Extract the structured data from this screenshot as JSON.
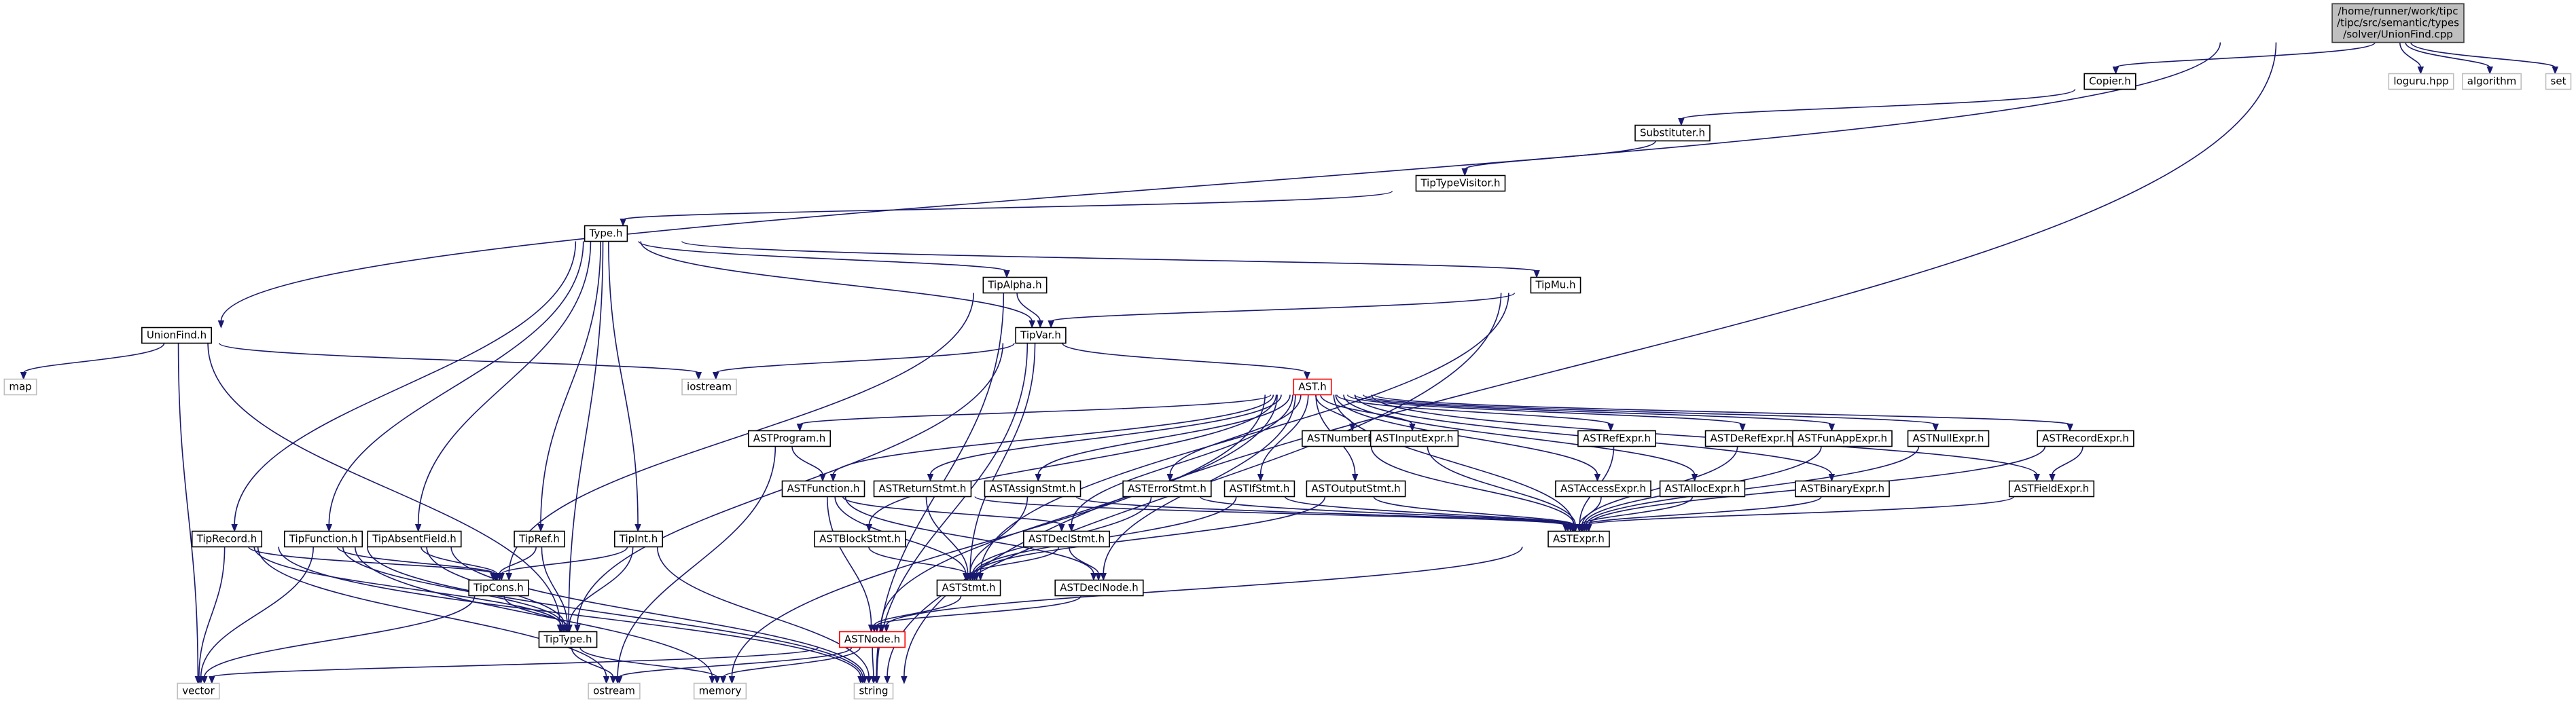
{
  "graph": {
    "nodes": [
      {
        "id": "root",
        "lines": [
          "/home/runner/work/tipc",
          "/tipc/src/semantic/types",
          "/solver/UnionFind.cpp"
        ],
        "kind": "root"
      },
      {
        "id": "UnionFind",
        "lines": [
          "UnionFind.h"
        ],
        "kind": "normal"
      },
      {
        "id": "Copier",
        "lines": [
          "Copier.h"
        ],
        "kind": "normal"
      },
      {
        "id": "loguru",
        "lines": [
          "loguru.hpp"
        ],
        "kind": "external"
      },
      {
        "id": "algorithm",
        "lines": [
          "algorithm"
        ],
        "kind": "external"
      },
      {
        "id": "set",
        "lines": [
          "set"
        ],
        "kind": "external"
      },
      {
        "id": "Substituter",
        "lines": [
          "Substituter.h"
        ],
        "kind": "normal"
      },
      {
        "id": "TipTypeVisitor",
        "lines": [
          "TipTypeVisitor.h"
        ],
        "kind": "normal"
      },
      {
        "id": "Type",
        "lines": [
          "Type.h"
        ],
        "kind": "normal"
      },
      {
        "id": "map",
        "lines": [
          "map"
        ],
        "kind": "external"
      },
      {
        "id": "iostream",
        "lines": [
          "iostream"
        ],
        "kind": "external"
      },
      {
        "id": "TipAlpha",
        "lines": [
          "TipAlpha.h"
        ],
        "kind": "normal"
      },
      {
        "id": "TipMu",
        "lines": [
          "TipMu.h"
        ],
        "kind": "normal"
      },
      {
        "id": "TipVar",
        "lines": [
          "TipVar.h"
        ],
        "kind": "normal"
      },
      {
        "id": "AST",
        "lines": [
          "AST.h"
        ],
        "kind": "incomplete"
      },
      {
        "id": "ASTProgram",
        "lines": [
          "ASTProgram.h"
        ],
        "kind": "normal"
      },
      {
        "id": "ASTNumberExpr",
        "lines": [
          "ASTNumberExpr.h"
        ],
        "kind": "normal"
      },
      {
        "id": "ASTInputExpr",
        "lines": [
          "ASTInputExpr.h"
        ],
        "kind": "normal"
      },
      {
        "id": "ASTRefExpr",
        "lines": [
          "ASTRefExpr.h"
        ],
        "kind": "normal"
      },
      {
        "id": "ASTDeRefExpr",
        "lines": [
          "ASTDeRefExpr.h"
        ],
        "kind": "normal"
      },
      {
        "id": "ASTFunAppExpr",
        "lines": [
          "ASTFunAppExpr.h"
        ],
        "kind": "normal"
      },
      {
        "id": "ASTNullExpr",
        "lines": [
          "ASTNullExpr.h"
        ],
        "kind": "normal"
      },
      {
        "id": "ASTRecordExpr",
        "lines": [
          "ASTRecordExpr.h"
        ],
        "kind": "normal"
      },
      {
        "id": "ASTFunction",
        "lines": [
          "ASTFunction.h"
        ],
        "kind": "normal"
      },
      {
        "id": "ASTReturnStmt",
        "lines": [
          "ASTReturnStmt.h"
        ],
        "kind": "normal"
      },
      {
        "id": "ASTAssignStmt",
        "lines": [
          "ASTAssignStmt.h"
        ],
        "kind": "normal"
      },
      {
        "id": "ASTErrorStmt",
        "lines": [
          "ASTErrorStmt.h"
        ],
        "kind": "normal"
      },
      {
        "id": "ASTIfStmt",
        "lines": [
          "ASTIfStmt.h"
        ],
        "kind": "normal"
      },
      {
        "id": "ASTOutputStmt",
        "lines": [
          "ASTOutputStmt.h"
        ],
        "kind": "normal"
      },
      {
        "id": "ASTAccessExpr",
        "lines": [
          "ASTAccessExpr.h"
        ],
        "kind": "normal"
      },
      {
        "id": "ASTAllocExpr",
        "lines": [
          "ASTAllocExpr.h"
        ],
        "kind": "normal"
      },
      {
        "id": "ASTBinaryExpr",
        "lines": [
          "ASTBinaryExpr.h"
        ],
        "kind": "normal"
      },
      {
        "id": "ASTFieldExpr",
        "lines": [
          "ASTFieldExpr.h"
        ],
        "kind": "normal"
      },
      {
        "id": "ASTBlockStmt",
        "lines": [
          "ASTBlockStmt.h"
        ],
        "kind": "normal"
      },
      {
        "id": "ASTDeclStmt",
        "lines": [
          "ASTDeclStmt.h"
        ],
        "kind": "normal"
      },
      {
        "id": "ASTExpr",
        "lines": [
          "ASTExpr.h"
        ],
        "kind": "normal"
      },
      {
        "id": "ASTStmt",
        "lines": [
          "ASTStmt.h"
        ],
        "kind": "normal"
      },
      {
        "id": "ASTDeclNode",
        "lines": [
          "ASTDeclNode.h"
        ],
        "kind": "normal"
      },
      {
        "id": "ASTNode",
        "lines": [
          "ASTNode.h"
        ],
        "kind": "incomplete"
      },
      {
        "id": "TipRecord",
        "lines": [
          "TipRecord.h"
        ],
        "kind": "normal"
      },
      {
        "id": "TipFunction",
        "lines": [
          "TipFunction.h"
        ],
        "kind": "normal"
      },
      {
        "id": "TipAbsentField",
        "lines": [
          "TipAbsentField.h"
        ],
        "kind": "normal"
      },
      {
        "id": "TipRef",
        "lines": [
          "TipRef.h"
        ],
        "kind": "normal"
      },
      {
        "id": "TipInt",
        "lines": [
          "TipInt.h"
        ],
        "kind": "normal"
      },
      {
        "id": "TipCons",
        "lines": [
          "TipCons.h"
        ],
        "kind": "normal"
      },
      {
        "id": "TipType",
        "lines": [
          "TipType.h"
        ],
        "kind": "normal"
      },
      {
        "id": "vector",
        "lines": [
          "vector"
        ],
        "kind": "external"
      },
      {
        "id": "ostream",
        "lines": [
          "ostream"
        ],
        "kind": "external"
      },
      {
        "id": "memory",
        "lines": [
          "memory"
        ],
        "kind": "external"
      },
      {
        "id": "string",
        "lines": [
          "string"
        ],
        "kind": "external"
      }
    ],
    "edges": [
      [
        "root",
        "UnionFind"
      ],
      [
        "root",
        "Copier"
      ],
      [
        "root",
        "loguru"
      ],
      [
        "root",
        "algorithm"
      ],
      [
        "root",
        "set"
      ],
      [
        "root",
        "string"
      ],
      [
        "Copier",
        "Substituter"
      ],
      [
        "Substituter",
        "TipTypeVisitor"
      ],
      [
        "TipTypeVisitor",
        "Type"
      ],
      [
        "Type",
        "TipAlpha"
      ],
      [
        "Type",
        "TipMu"
      ],
      [
        "Type",
        "TipVar"
      ],
      [
        "Type",
        "TipRecord"
      ],
      [
        "Type",
        "TipFunction"
      ],
      [
        "Type",
        "TipAbsentField"
      ],
      [
        "Type",
        "TipRef"
      ],
      [
        "Type",
        "TipInt"
      ],
      [
        "Type",
        "TipType"
      ],
      [
        "UnionFind",
        "map"
      ],
      [
        "UnionFind",
        "iostream"
      ],
      [
        "UnionFind",
        "vector"
      ],
      [
        "UnionFind",
        "TipType"
      ],
      [
        "TipAlpha",
        "TipVar"
      ],
      [
        "TipAlpha",
        "TipCons"
      ],
      [
        "TipAlpha",
        "string"
      ],
      [
        "TipMu",
        "TipVar"
      ],
      [
        "TipMu",
        "ASTStmt"
      ],
      [
        "TipMu",
        "string"
      ],
      [
        "TipVar",
        "iostream"
      ],
      [
        "TipVar",
        "AST"
      ],
      [
        "TipVar",
        "TipType"
      ],
      [
        "TipVar",
        "ASTStmt"
      ],
      [
        "TipVar",
        "string"
      ],
      [
        "AST",
        "ASTProgram"
      ],
      [
        "AST",
        "ASTNumberExpr"
      ],
      [
        "AST",
        "ASTInputExpr"
      ],
      [
        "AST",
        "ASTRefExpr"
      ],
      [
        "AST",
        "ASTDeRefExpr"
      ],
      [
        "AST",
        "ASTFunAppExpr"
      ],
      [
        "AST",
        "ASTNullExpr"
      ],
      [
        "AST",
        "ASTRecordExpr"
      ],
      [
        "AST",
        "ASTFunction"
      ],
      [
        "AST",
        "ASTReturnStmt"
      ],
      [
        "AST",
        "ASTAssignStmt"
      ],
      [
        "AST",
        "ASTErrorStmt"
      ],
      [
        "AST",
        "ASTIfStmt"
      ],
      [
        "AST",
        "ASTOutputStmt"
      ],
      [
        "AST",
        "ASTAccessExpr"
      ],
      [
        "AST",
        "ASTAllocExpr"
      ],
      [
        "AST",
        "ASTBinaryExpr"
      ],
      [
        "AST",
        "ASTFieldExpr"
      ],
      [
        "AST",
        "ASTBlockStmt"
      ],
      [
        "AST",
        "ASTDeclStmt"
      ],
      [
        "AST",
        "ASTExpr"
      ],
      [
        "AST",
        "ASTDeclNode"
      ],
      [
        "AST",
        "ASTNode"
      ],
      [
        "AST",
        "memory"
      ],
      [
        "ASTProgram",
        "ASTFunction"
      ],
      [
        "ASTProgram",
        "ostream"
      ],
      [
        "ASTNumberExpr",
        "ASTExpr"
      ],
      [
        "ASTInputExpr",
        "ASTExpr"
      ],
      [
        "ASTRefExpr",
        "ASTExpr"
      ],
      [
        "ASTDeRefExpr",
        "ASTExpr"
      ],
      [
        "ASTFunAppExpr",
        "ASTExpr"
      ],
      [
        "ASTNullExpr",
        "ASTExpr"
      ],
      [
        "ASTRecordExpr",
        "ASTExpr"
      ],
      [
        "ASTRecordExpr",
        "ASTFieldExpr"
      ],
      [
        "ASTFunction",
        "ASTStmt"
      ],
      [
        "ASTFunction",
        "ASTDeclStmt"
      ],
      [
        "ASTFunction",
        "ASTDeclNode"
      ],
      [
        "ASTFunction",
        "ASTNode"
      ],
      [
        "ASTReturnStmt",
        "ASTStmt"
      ],
      [
        "ASTReturnStmt",
        "ASTExpr"
      ],
      [
        "ASTAssignStmt",
        "ASTStmt"
      ],
      [
        "ASTAssignStmt",
        "ASTExpr"
      ],
      [
        "ASTErrorStmt",
        "ASTStmt"
      ],
      [
        "ASTErrorStmt",
        "ASTExpr"
      ],
      [
        "ASTIfStmt",
        "ASTStmt"
      ],
      [
        "ASTIfStmt",
        "ASTExpr"
      ],
      [
        "ASTOutputStmt",
        "ASTStmt"
      ],
      [
        "ASTOutputStmt",
        "ASTExpr"
      ],
      [
        "ASTAccessExpr",
        "ASTExpr"
      ],
      [
        "ASTAllocExpr",
        "ASTExpr"
      ],
      [
        "ASTBinaryExpr",
        "ASTExpr"
      ],
      [
        "ASTFieldExpr",
        "ASTExpr"
      ],
      [
        "ASTBlockStmt",
        "ASTStmt"
      ],
      [
        "ASTDeclStmt",
        "ASTStmt"
      ],
      [
        "ASTDeclStmt",
        "ASTDeclNode"
      ],
      [
        "ASTExpr",
        "ASTNode"
      ],
      [
        "ASTStmt",
        "ASTNode"
      ],
      [
        "ASTDeclNode",
        "ASTNode"
      ],
      [
        "ASTNode",
        "vector"
      ],
      [
        "ASTNode",
        "ostream"
      ],
      [
        "ASTNode",
        "memory"
      ],
      [
        "ASTNode",
        "string"
      ],
      [
        "TipRecord",
        "TipCons"
      ],
      [
        "TipRecord",
        "TipType"
      ],
      [
        "TipRecord",
        "vector"
      ],
      [
        "TipRecord",
        "ostream"
      ],
      [
        "TipRecord",
        "string"
      ],
      [
        "TipFunction",
        "TipCons"
      ],
      [
        "TipFunction",
        "TipType"
      ],
      [
        "TipFunction",
        "vector"
      ],
      [
        "TipFunction",
        "memory"
      ],
      [
        "TipFunction",
        "string"
      ],
      [
        "TipAbsentField",
        "TipCons"
      ],
      [
        "TipAbsentField",
        "TipType"
      ],
      [
        "TipAbsentField",
        "string"
      ],
      [
        "TipRef",
        "TipCons"
      ],
      [
        "TipRef",
        "TipType"
      ],
      [
        "TipInt",
        "TipCons"
      ],
      [
        "TipInt",
        "TipType"
      ],
      [
        "TipInt",
        "string"
      ],
      [
        "TipCons",
        "TipType"
      ],
      [
        "TipCons",
        "vector"
      ],
      [
        "TipType",
        "ostream"
      ],
      [
        "TipType",
        "memory"
      ]
    ]
  },
  "colors": {
    "edge": "#191970",
    "node_border": "#000000",
    "root_fill": "#bfbfbf",
    "root_border": "#404040",
    "external_border": "#bfbfbf",
    "incomplete_border": "#ff0000",
    "node_fill": "#ffffff"
  }
}
